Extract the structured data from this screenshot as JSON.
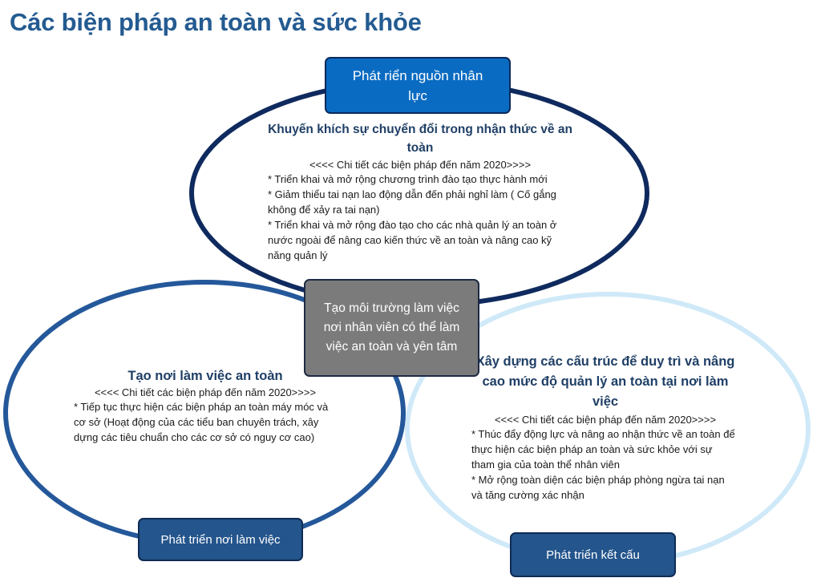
{
  "page_title": "Các biện pháp an toàn và sức khỏe",
  "circles": {
    "top": {
      "label": "Phát riển nguồn nhân lực",
      "heading": "Khuyến khích sự chuyển đổi trong nhận thức về an toàn",
      "subheading": "<<<< Chi tiết các biện pháp đến năm 2020>>>>",
      "bullets": [
        "* Triển khai và mở rộng chương trình đào tạo thực hành mới",
        "* Giảm thiểu tai nạn lao động dẫn đến phải nghỉ làm ( Cố gắng không để xảy ra tai nạn)",
        "* Triển khai và mở rộng đào tạo cho các nhà quản lý an toàn ở nước ngoài để nâng cao kiến thức về an toàn và nâng cao kỹ năng quản lý"
      ],
      "ring_color": "#0f2a5e"
    },
    "left": {
      "label": "Phát triển nơi làm việc",
      "heading": "Tạo nơi làm việc an toàn",
      "subheading": "<<<< Chi tiết các biện pháp đến năm 2020>>>>",
      "bullets": [
        "* Tiếp tục thực hiện các biện pháp an toàn máy móc và cơ sở (Hoạt động của các tiểu ban chuyên trách, xây dựng các tiêu chuẩn cho các cơ sở có nguy cơ cao)"
      ],
      "ring_color": "#24589a"
    },
    "right": {
      "label": "Phát triển kết cấu",
      "heading": "Xây dựng các cấu trúc để duy trì và nâng cao mức độ quản lý an toàn tại nơi làm việc",
      "subheading": "<<<< Chi tiết các biện pháp đến năm 2020>>>>",
      "bullets": [
        "* Thúc đẩy động lực và nâng ao nhận thức về an toàn để thực hiện các biện pháp an toàn và sức khỏe với sự tham gia của toàn thể nhân viên",
        "* Mở rộng toàn diện các biện pháp phòng ngừa tai nạn và tăng cường xác nhận"
      ],
      "ring_color": "#cfe9f8"
    }
  },
  "center": {
    "label": "Tạo môi trường làm việc nơi nhân viên có thể làm việc an toàn và yên tâm"
  }
}
